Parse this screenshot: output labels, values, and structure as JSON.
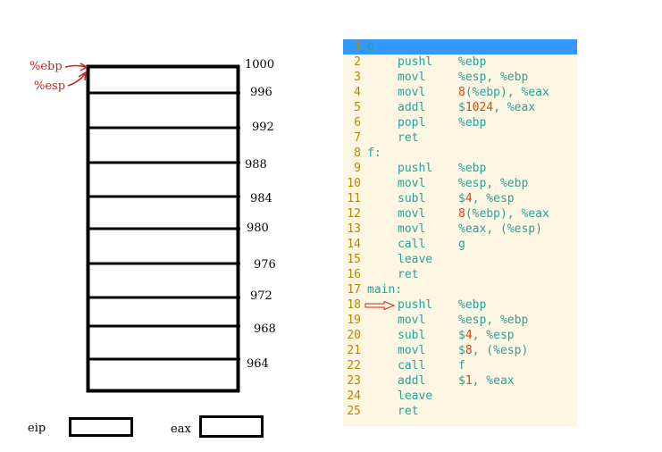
{
  "stack": {
    "addresses": [
      "1000",
      "996",
      "992",
      "988",
      "984",
      "980",
      "976",
      "972",
      "968",
      "964"
    ],
    "registers": [
      "%ebp",
      "%esp"
    ]
  },
  "code": {
    "lines": [
      {
        "n": "1",
        "label": "g:",
        "op": "",
        "args": []
      },
      {
        "n": "2",
        "label": "",
        "op": "pushl",
        "args": [
          {
            "t": "%ebp"
          }
        ]
      },
      {
        "n": "3",
        "label": "",
        "op": "movl",
        "args": [
          {
            "t": "%esp, %ebp"
          }
        ]
      },
      {
        "n": "4",
        "label": "",
        "op": "movl",
        "args": [
          {
            "t": "8",
            "num": true
          },
          {
            "t": "(%ebp), %eax"
          }
        ]
      },
      {
        "n": "5",
        "label": "",
        "op": "addl",
        "args": [
          {
            "t": "$"
          },
          {
            "t": "1024",
            "num": true
          },
          {
            "t": ", %eax"
          }
        ]
      },
      {
        "n": "6",
        "label": "",
        "op": "popl",
        "args": [
          {
            "t": "%ebp"
          }
        ]
      },
      {
        "n": "7",
        "label": "",
        "op": "ret",
        "args": []
      },
      {
        "n": "8",
        "label": "f:",
        "op": "",
        "args": []
      },
      {
        "n": "9",
        "label": "",
        "op": "pushl",
        "args": [
          {
            "t": "%ebp"
          }
        ]
      },
      {
        "n": "10",
        "label": "",
        "op": "movl",
        "args": [
          {
            "t": "%esp, %ebp"
          }
        ]
      },
      {
        "n": "11",
        "label": "",
        "op": "subl",
        "args": [
          {
            "t": "$"
          },
          {
            "t": "4",
            "num": true
          },
          {
            "t": ", %esp"
          }
        ]
      },
      {
        "n": "12",
        "label": "",
        "op": "movl",
        "args": [
          {
            "t": "8",
            "num": true
          },
          {
            "t": "(%ebp), %eax"
          }
        ]
      },
      {
        "n": "13",
        "label": "",
        "op": "movl",
        "args": [
          {
            "t": "%eax, (%esp)"
          }
        ]
      },
      {
        "n": "14",
        "label": "",
        "op": "call",
        "args": [
          {
            "t": "g"
          }
        ]
      },
      {
        "n": "15",
        "label": "",
        "op": "leave",
        "args": []
      },
      {
        "n": "16",
        "label": "",
        "op": "ret",
        "args": []
      },
      {
        "n": "17",
        "label": "main:",
        "op": "",
        "args": []
      },
      {
        "n": "18",
        "label": "",
        "op": "pushl",
        "args": [
          {
            "t": "%ebp"
          }
        ]
      },
      {
        "n": "19",
        "label": "",
        "op": "movl",
        "args": [
          {
            "t": "%esp, %ebp"
          }
        ]
      },
      {
        "n": "20",
        "label": "",
        "op": "subl",
        "args": [
          {
            "t": "$"
          },
          {
            "t": "4",
            "num": true
          },
          {
            "t": ", %esp"
          }
        ]
      },
      {
        "n": "21",
        "label": "",
        "op": "movl",
        "args": [
          {
            "t": "$"
          },
          {
            "t": "8",
            "num": true
          },
          {
            "t": ", (%esp)"
          }
        ]
      },
      {
        "n": "22",
        "label": "",
        "op": "call",
        "args": [
          {
            "t": "f"
          }
        ]
      },
      {
        "n": "23",
        "label": "",
        "op": "addl",
        "args": [
          {
            "t": "$"
          },
          {
            "t": "1",
            "num": true
          },
          {
            "t": ", %eax"
          }
        ]
      },
      {
        "n": "24",
        "label": "",
        "op": "leave",
        "args": []
      },
      {
        "n": "25",
        "label": "",
        "op": "ret",
        "args": []
      }
    ],
    "selected_line": "1",
    "current_line": "18"
  },
  "registers_panel": {
    "eip_label": "eip",
    "eax_label": "eax"
  },
  "colors": {
    "annotation": "#cc2222",
    "code_bg": "#fdf6e3",
    "line_number": "#b58900",
    "keyword": "#2aa198",
    "number": "#cb4b16",
    "selection": "#3399ff"
  }
}
